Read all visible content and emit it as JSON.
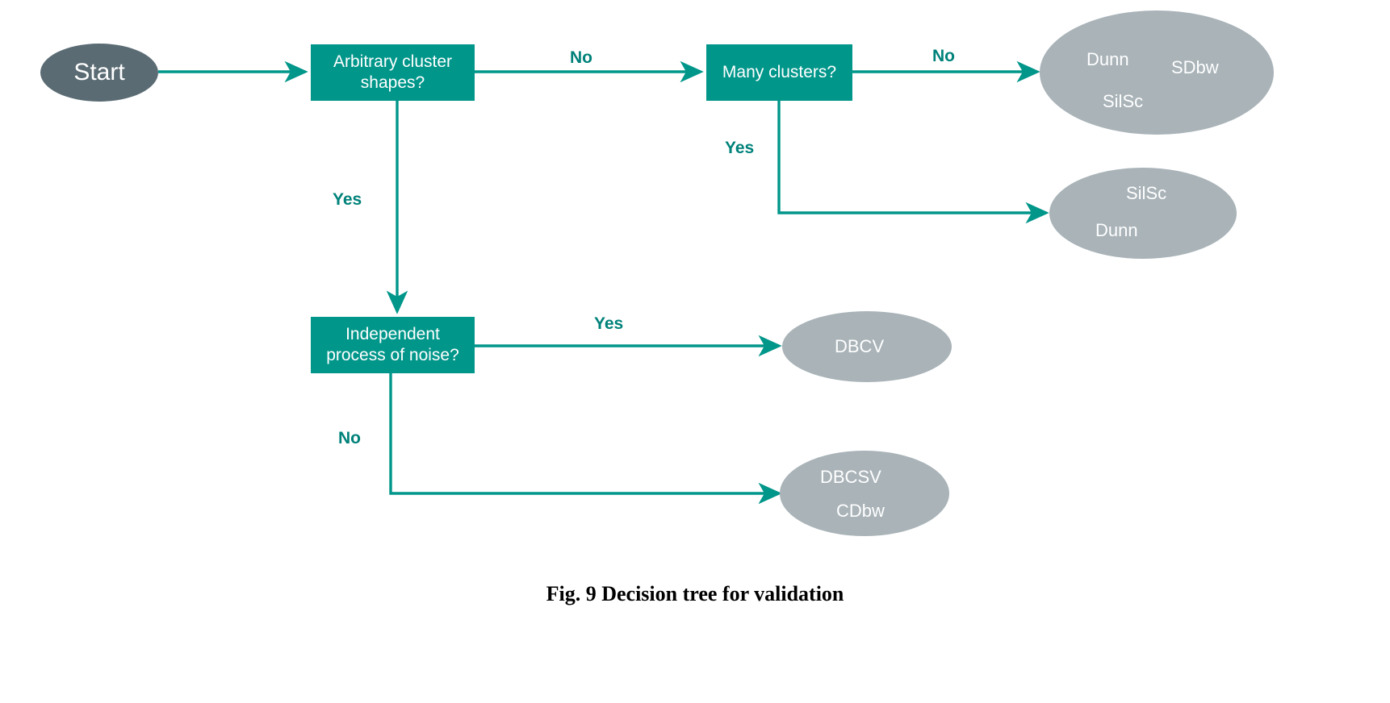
{
  "figure": {
    "caption": "Fig. 9 Decision tree for validation",
    "colors": {
      "decision_box": "#00968a",
      "start_node": "#5a6b73",
      "result_node": "#a9b3b8",
      "edge": "#00968a",
      "edge_label": "#00827a",
      "node_text": "#ffffff",
      "background": "#ffffff"
    }
  },
  "nodes": {
    "start": {
      "label": "Start",
      "type": "start"
    },
    "arbitrary_shapes": {
      "label": "Arbitrary cluster\nshapes?",
      "type": "decision"
    },
    "many_clusters": {
      "label": "Many clusters?",
      "type": "decision"
    },
    "independent_noise": {
      "label": "Independent\nprocess of noise?",
      "type": "decision"
    },
    "result_few_clusters": {
      "type": "result",
      "terms": [
        "Dunn",
        "SDbw",
        "SilSc"
      ]
    },
    "result_many_clusters": {
      "type": "result",
      "terms": [
        "SilSc",
        "Dunn"
      ]
    },
    "result_dbcv": {
      "type": "result",
      "terms": [
        "DBCV"
      ]
    },
    "result_dbcsv": {
      "type": "result",
      "terms": [
        "DBCSV",
        "CDbw"
      ]
    }
  },
  "edges": {
    "start_to_arbitrary": {
      "label": ""
    },
    "arbitrary_no": {
      "label": "No"
    },
    "arbitrary_yes": {
      "label": "Yes"
    },
    "many_no": {
      "label": "No"
    },
    "many_yes": {
      "label": "Yes"
    },
    "noise_yes": {
      "label": "Yes"
    },
    "noise_no": {
      "label": "No"
    }
  }
}
